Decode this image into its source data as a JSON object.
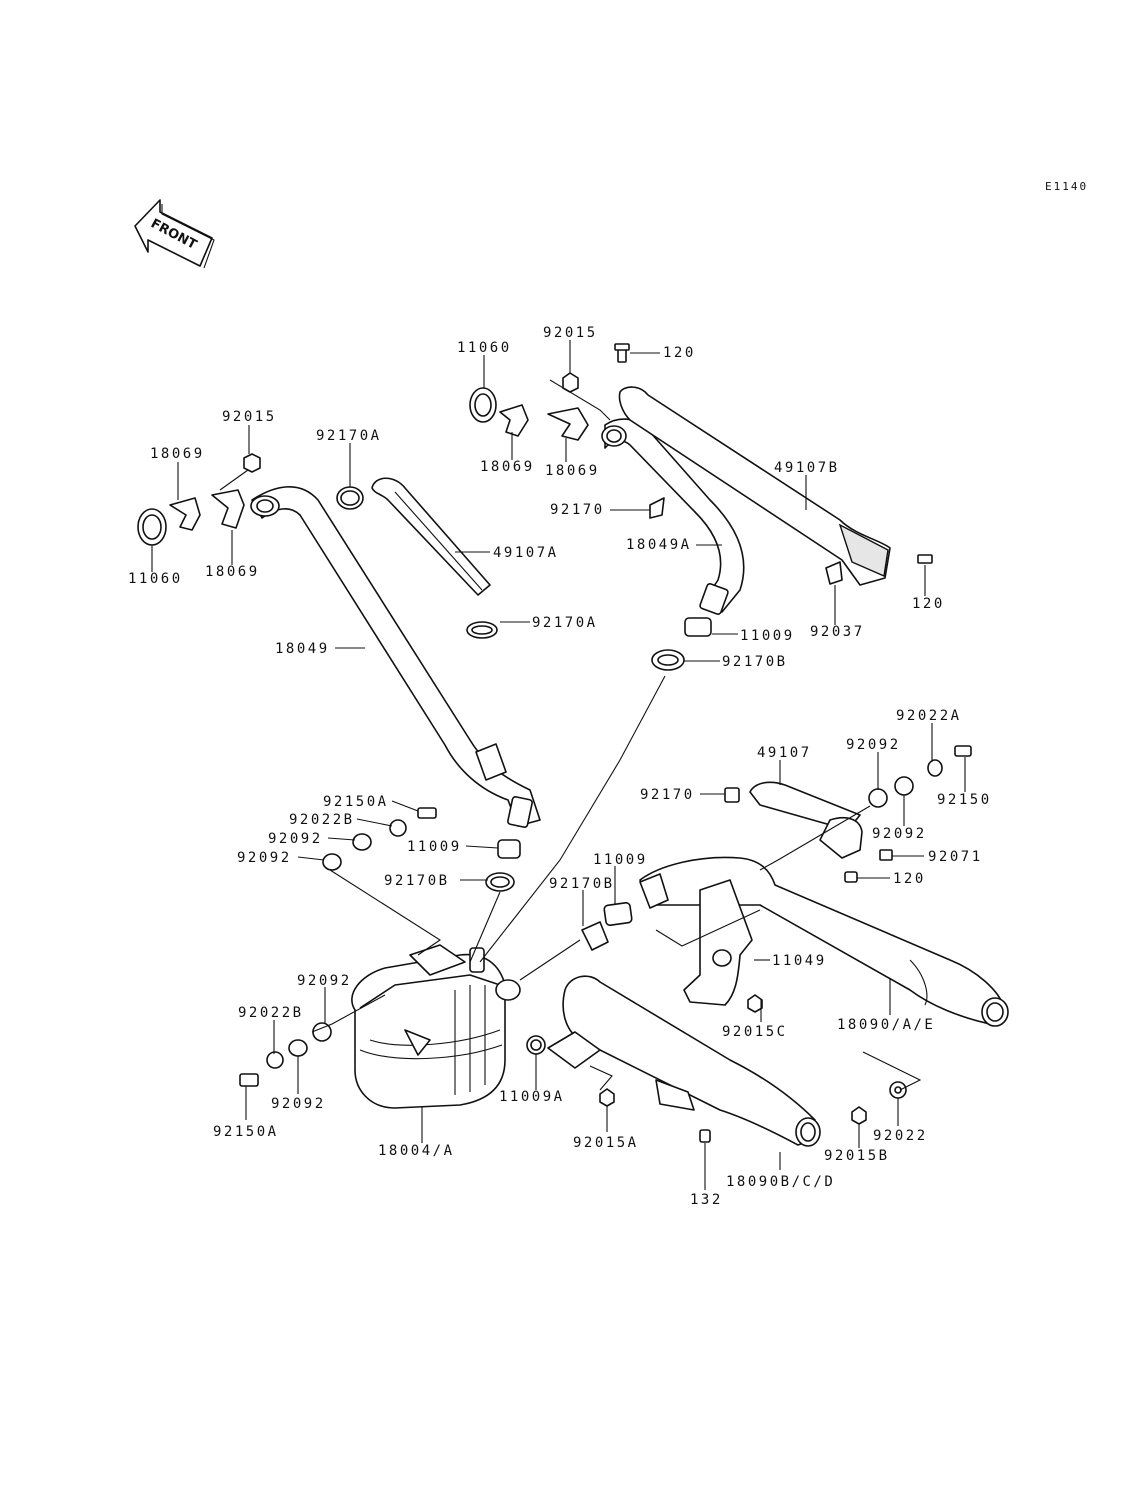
{
  "diagram_code": "E1140",
  "front_label": "FRONT",
  "labels": {
    "p11060_r": "11060",
    "p92015_r": "92015",
    "p120_top": "120",
    "p92015_l": "92015",
    "p92170A_top": "92170A",
    "p18069_l1": "18069",
    "p11060_l": "11060",
    "p18069_l2": "18069",
    "p18069_r1": "18069",
    "p18069_r2": "18069",
    "p49107B": "49107B",
    "p92170": "92170",
    "p18049A": "18049A",
    "p49107A": "49107A",
    "p92170A_bot": "92170A",
    "p120_r": "120",
    "p92037": "92037",
    "p11009_top": "11009",
    "p92170B_top": "92170B",
    "p18049": "18049",
    "p92022A": "92022A",
    "p49107": "49107",
    "p92092_r1": "92092",
    "p92170_b": "92170",
    "p92150": "92150",
    "p92092_r2": "92092",
    "p92071": "92071",
    "p120_mid": "120",
    "p92150A_top": "92150A",
    "p92022B_top": "92022B",
    "p92092_l1": "92092",
    "p92092_l2": "92092",
    "p11009_mid": "11009",
    "p92170B_mid": "92170B",
    "p11009_c": "11009",
    "p92170B_c": "92170B",
    "p11049": "11049",
    "p92092_low": "92092",
    "p92022B_low": "92022B",
    "p92092_low2": "92092",
    "p92150A_low": "92150A",
    "p92015C": "92015C",
    "p18090AE": "18090/A/E",
    "p11009A": "11009A",
    "p18004A": "18004/A",
    "p92015A": "92015A",
    "p92022": "92022",
    "p92015B": "92015B",
    "p132": "132",
    "p18090BCD": "18090B/C/D"
  }
}
